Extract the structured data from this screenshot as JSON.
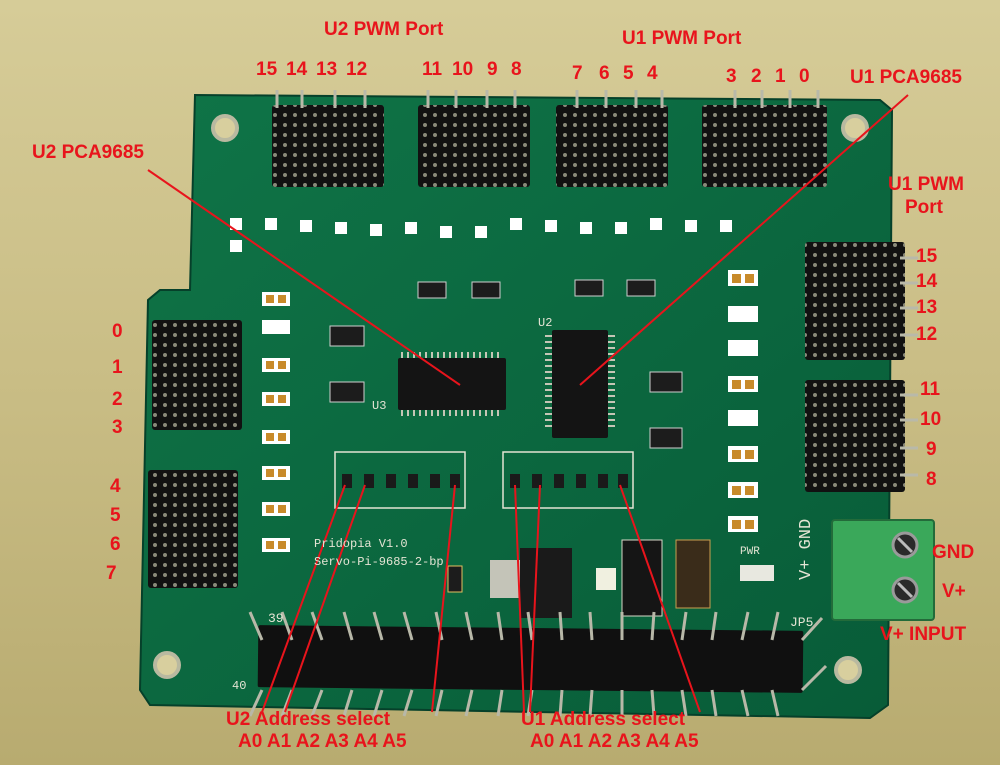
{
  "labels": {
    "u2_pwm_port": "U2 PWM Port",
    "u1_pwm_port_top": "U1 PWM Port",
    "u2_pca": "U2 PCA9685",
    "u1_pca": "U1 PCA9685",
    "u1_pwm_port_right_1": "U1 PWM",
    "u1_pwm_port_right_2": "Port",
    "gnd": "GND",
    "vplus": "V+",
    "vplus_input": "V+ INPUT",
    "u2_address": "U2 Address select",
    "u1_address": "U1 Address select",
    "u2_addr_bits": "A0 A1 A2 A3 A4 A5",
    "u1_addr_bits": "A0 A1 A2 A3 A4 A5"
  },
  "top_numbers": [
    "15",
    "14",
    "13",
    "12",
    "11",
    "10",
    "9",
    "8",
    "7",
    "6",
    "5",
    "4",
    "3",
    "2",
    "1",
    "0"
  ],
  "left_numbers": [
    "0",
    "1",
    "2",
    "3",
    "4",
    "5",
    "6",
    "7"
  ],
  "right_numbers": [
    "15",
    "14",
    "13",
    "12",
    "11",
    "10",
    "9",
    "8"
  ],
  "silkscreen": {
    "brand": "Pridopia V1.0",
    "model": "Servo-Pi-9685-2-bp",
    "chip_u2": "U2",
    "chip_u3": "U3",
    "pin39": "39",
    "pin40": "40",
    "jp5": "JP5",
    "pwr": "PWR",
    "vgnd": "V+ GND"
  },
  "colors": {
    "pcb": "#0c6a42",
    "label_red": "#e8141c",
    "header_black": "#111111",
    "terminal_green": "#3aa85a"
  }
}
